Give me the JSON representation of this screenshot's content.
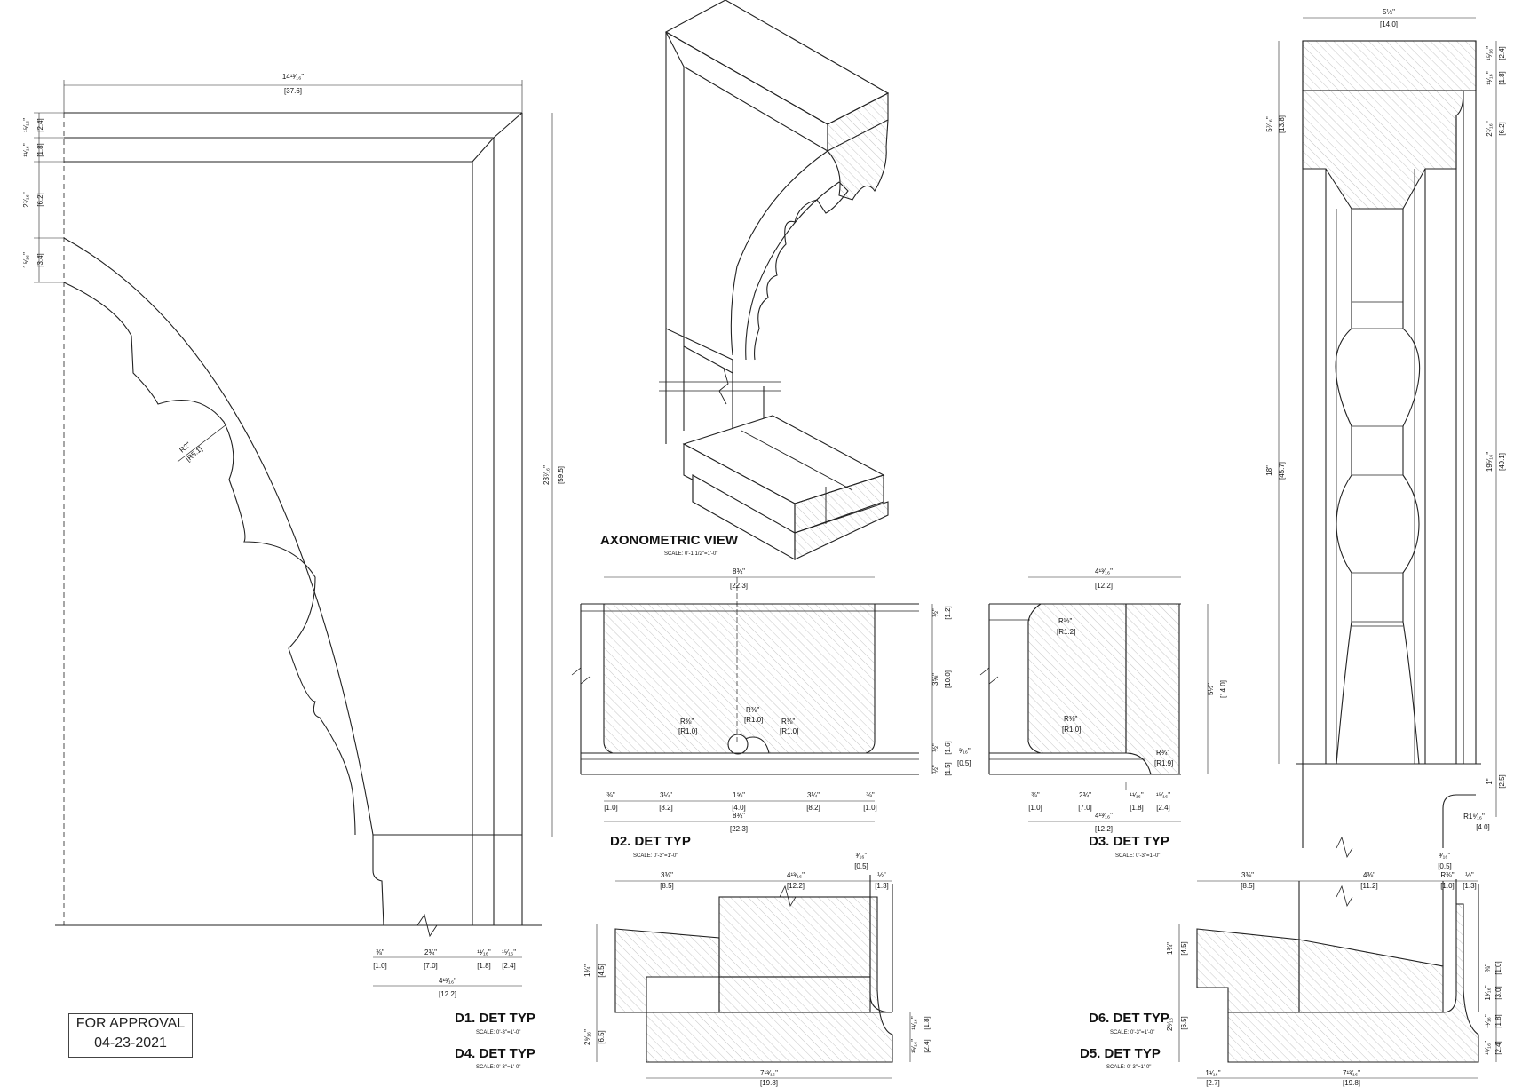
{
  "stamp": {
    "line1": "FOR APPROVAL",
    "line2": "04-23-2021"
  },
  "views": {
    "axo": {
      "title": "AXONOMETRIC VIEW",
      "scale": "SCALE: 0'-1 1/2\"=1'-0\""
    },
    "d1": {
      "title": "D1. DET TYP",
      "scale": "SCALE: 0'-3\"=1'-0\""
    },
    "d2": {
      "title": "D2. DET TYP",
      "scale": "SCALE: 0'-3\"=1'-0\""
    },
    "d3": {
      "title": "D3. DET TYP",
      "scale": "SCALE: 0'-3\"=1'-0\""
    },
    "d4": {
      "title": "D4. DET TYP",
      "scale": "SCALE: 0'-3\"=1'-0\""
    },
    "d5": {
      "title": "D5. DET TYP",
      "scale": "SCALE: 0'-3\"=1'-0\""
    },
    "d6": {
      "title": "D6. DET TYP",
      "scale": "SCALE: 0'-3\"=1'-0\""
    }
  },
  "dims": {
    "d1_top": "14¹³⁄₁₆\"",
    "d1_top_mm": "[37.6]",
    "d1_height": "23⁷⁄₁₆\"",
    "d1_height_mm": "[59.5]",
    "d1_radius": "R2\"",
    "d1_radius_mm": "[R5.1]",
    "d1_b1": "⅜\"",
    "d1_b1_mm": "[1.0]",
    "d1_b2": "2¾\"",
    "d1_b2_mm": "[7.0]",
    "d1_b3": "¹¹⁄₁₆\"",
    "d1_b3_mm": "[1.8]",
    "d1_b4": "¹⁵⁄₁₆\"",
    "d1_b4_mm": "[2.4]",
    "d1_btot": "4¹³⁄₁₆\"",
    "d1_btot_mm": "[12.2]",
    "d1_l1": "¹⁵⁄₁₆\"",
    "d1_l1_mm": "[2.4]",
    "d1_l2": "¹¹⁄₁₆\"",
    "d1_l2_mm": "[1.8]",
    "d1_l3": "2⁷⁄₁₆\"",
    "d1_l3_mm": "[6.2]",
    "d1_l4": "1⁵⁄₁₆\"",
    "d1_l4_mm": "[3.4]",
    "d2_top": "8¾\"",
    "d2_top_mm": "[22.3]",
    "d2_bot": "8¾\"",
    "d2_bot_mm": "[22.3]",
    "d2_b1": "⅜\"",
    "d2_b1_mm": "[1.0]",
    "d2_b2": "3¼\"",
    "d2_b2_mm": "[8.2]",
    "d2_b3": "1⅝\"",
    "d2_b3_mm": "[4.0]",
    "d2_b4": "3¼\"",
    "d2_b4_mm": "[8.2]",
    "d2_b5": "⅜\"",
    "d2_b5_mm": "[1.0]",
    "d2_r1": "R⅜\"",
    "d2_r1_mm": "[R1.0]",
    "d2_r2": "R⅜\"",
    "d2_r2_mm": "[R1.0]",
    "d2_r3": "R⅜\"",
    "d2_r3_mm": "[R1.0]",
    "d2_right1": "½\"",
    "d2_right1_mm": "[1.2]",
    "d2_right2": "3⅝\"",
    "d2_right2_mm": "[10.0]",
    "d2_right3": "½\"",
    "d2_right3_mm": "[1.6]",
    "d2_right4": "½\"",
    "d2_right4_mm": "[1.5]",
    "d2_right5": "³⁄₁₆\"",
    "d2_right5_mm": "[0.5]",
    "d3_top": "4¹³⁄₁₆\"",
    "d3_top_mm": "[12.2]",
    "d3_bot": "4¹³⁄₁₆\"",
    "d3_bot_mm": "[12.2]",
    "d3_height": "5½\"",
    "d3_height_mm": "[14.0]",
    "d3_r1": "R½\"",
    "d3_r1_mm": "[R1.2]",
    "d3_r2": "R⅜\"",
    "d3_r2_mm": "[R1.0]",
    "d3_r3": "R¾\"",
    "d3_r3_mm": "[R1.9]",
    "d3_b1": "⅜\"",
    "d3_b1_mm": "[1.0]",
    "d3_b2": "2¾\"",
    "d3_b2_mm": "[7.0]",
    "d3_b3": "¹¹⁄₁₆\"",
    "d3_b3_mm": "[1.8]",
    "d3_b4": "¹⁵⁄₁₆\"",
    "d3_b4_mm": "[2.4]",
    "d4_t1": "3⅜\"",
    "d4_t1_mm": "[8.5]",
    "d4_t2": "4¹³⁄₁₆\"",
    "d4_t2_mm": "[12.2]",
    "d4_t3": "³⁄₁₆\"",
    "d4_t3_mm": "[0.5]",
    "d4_t4": "½\"",
    "d4_t4_mm": "[1.3]",
    "d4_l1": "1¾\"",
    "d4_l1_mm": "[4.5]",
    "d4_l2": "2⁹⁄₁₆\"",
    "d4_l2_mm": "[6.5]",
    "d4_r1": "¹¹⁄₁₆\"",
    "d4_r1_mm": "[1.8]",
    "d4_r2": "¹⁵⁄₁₆\"",
    "d4_r2_mm": "[2.4]",
    "d4_bot": "7¹³⁄₁₆\"",
    "d4_bot_mm": "[19.8]",
    "d5_t1": "3⅜\"",
    "d5_t1_mm": "[8.5]",
    "d5_t2": "4⅜\"",
    "d5_t2_mm": "[11.2]",
    "d5_t3": "³⁄₁₆\"",
    "d5_t3_mm": "[0.5]",
    "d5_t4": "R⅜\"",
    "d5_t4_mm": "[1.0]",
    "d5_t5": "½\"",
    "d5_t5_mm": "[1.3]",
    "d5_l1": "1¾\"",
    "d5_l1_mm": "[4.5]",
    "d5_l2": "2⁹⁄₁₆\"",
    "d5_l2_mm": "[6.5]",
    "d5_r1": "⅜\"",
    "d5_r1_mm": "[1.0]",
    "d5_r2": "1³⁄₁₆\"",
    "d5_r2_mm": "[3.0]",
    "d5_r3": "¹¹⁄₁₆\"",
    "d5_r3_mm": "[1.8]",
    "d5_r4": "¹⁵⁄₁₆\"",
    "d5_r4_mm": "[2.4]",
    "d5_b1": "1¹⁄₁₆\"",
    "d5_b1_mm": "[2.7]",
    "d5_b2": "7¹³⁄₁₆\"",
    "d5_b2_mm": "[19.8]",
    "elev_top": "5½\"",
    "elev_top_mm": "[14.0]",
    "elev_l1": "5⁷⁄₁₆\"",
    "elev_l1_mm": "[13.8]",
    "elev_l2": "18\"",
    "elev_l2_mm": "[45.7]",
    "elev_r1": "¹⁵⁄₁₆\"",
    "elev_r1_mm": "[2.4]",
    "elev_r2": "¹¹⁄₁₆\"",
    "elev_r2_mm": "[1.8]",
    "elev_r3": "2⁷⁄₁₆\"",
    "elev_r3_mm": "[6.2]",
    "elev_r4": "19⁵⁄₁₆\"",
    "elev_r4_mm": "[49.1]",
    "elev_r5": "1\"",
    "elev_r5_mm": "[2.5]",
    "elev_rad": "R1⁹⁄₁₆\"",
    "elev_rad_mm": "[4.0]"
  }
}
